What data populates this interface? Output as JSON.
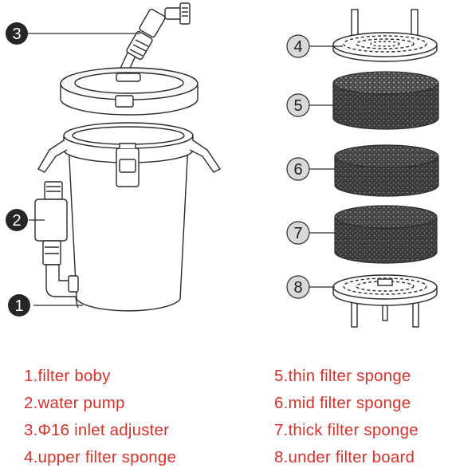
{
  "colors": {
    "legend_text": "#d9312b",
    "outline": "#2a2a2a",
    "sponge_dark": "#3a3a3a",
    "sponge_mid": "#4f4f4f",
    "sponge_light": "#666666",
    "callout_dark": "#262626",
    "body_fill": "#ffffff"
  },
  "callouts": {
    "c1": "1",
    "c2": "2",
    "c3": "3",
    "c4": "4",
    "c5": "5",
    "c6": "6",
    "c7": "7",
    "c8": "8"
  },
  "legend": {
    "left": [
      "1.filter boby",
      "2.water pump",
      "3.Φ16 inlet adjuster",
      "4.upper filter sponge"
    ],
    "right": [
      "5.thin filter sponge",
      "6.mid filter sponge",
      "7.thick filter sponge",
      "8.under filter board"
    ]
  },
  "icons": {
    "filter_canister": "canister-illustration",
    "water_pump": "pump-illustration",
    "inlet_adjuster": "valve-illustration",
    "filter_board": "perforated-plate-illustration",
    "sponge": "foam-cylinder-illustration"
  }
}
